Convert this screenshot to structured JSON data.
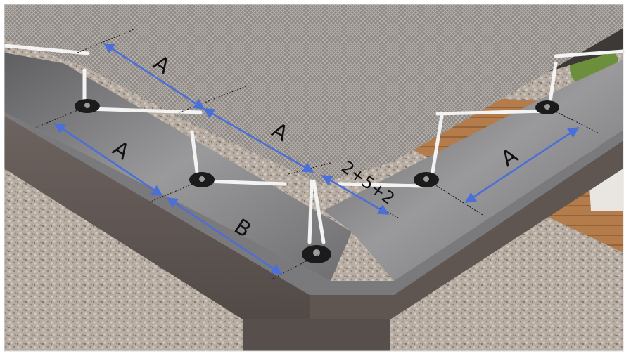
{
  "diagram": {
    "labels": {
      "a_top_left": "A",
      "a_top_middle": "A",
      "a_left_edge": "A",
      "a_right_edge": "A",
      "b_left_edge": "B",
      "spacing": "2+5+2"
    },
    "colors": {
      "dimension_arrow": "#4a6fd8",
      "gravel": "#b9aea4",
      "pool_wall_top": "#8e8e90",
      "pool_wall_side": "#6a615c",
      "cover_mesh": "#9a9590",
      "anchor": "#1b1b1b",
      "strap": "#f3f3f3",
      "deck_wood": "#b07a48"
    }
  }
}
